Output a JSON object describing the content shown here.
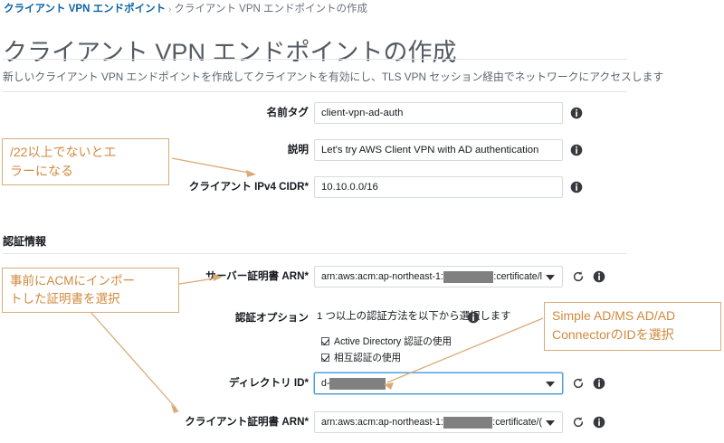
{
  "breadcrumb": {
    "parent": "クライアント VPN エンドポイント",
    "separator": "›",
    "current": "クライアント VPN エンドポイントの作成"
  },
  "page": {
    "title": "クライアント VPN エンドポイントの作成",
    "description": "新しいクライアント VPN エンドポイントを作成してクライアントを有効にし、TLS VPN セッション経由でネットワークにアクセスします",
    "section_heading": "認証情報"
  },
  "form": {
    "name_tag": {
      "label": "名前タグ",
      "value": "client-vpn-ad-auth",
      "info_icon": "info-icon"
    },
    "description": {
      "label": "説明",
      "value": "Let's try AWS Client VPN with AD authentication",
      "info_icon": "info-icon"
    },
    "client_cidr": {
      "label": "クライアント IPv4 CIDR*",
      "value": "10.10.0.0/16",
      "info_icon": "info-icon"
    },
    "server_cert_arn": {
      "label": "サーバー証明書 ARN*",
      "value_prefix": "arn:aws:acm:ap-northeast-1:",
      "value_suffix": ":certificate/l",
      "redacted": true,
      "refresh_icon": "refresh-icon",
      "info_icon": "info-icon"
    },
    "auth_options": {
      "label": "認証オプション",
      "text": "1 つ以上の認証方法を以下から選択します",
      "info_icon": "info-icon",
      "checkboxes": [
        {
          "label": "Active Directory 認証の使用",
          "checked": true
        },
        {
          "label": "相互認証の使用",
          "checked": true
        }
      ]
    },
    "directory_id": {
      "label": "ディレクトリ ID*",
      "value_prefix": "d-",
      "redacted": true,
      "focused": true,
      "refresh_icon": "refresh-icon",
      "info_icon": "info-icon"
    },
    "client_cert_arn": {
      "label": "クライアント証明書 ARN*",
      "value_prefix": "arn:aws:acm:ap-northeast-1:",
      "value_suffix": ":certificate/(",
      "redacted": true,
      "refresh_icon": "refresh-icon",
      "info_icon": "info-icon"
    }
  },
  "annotations": [
    {
      "id": "cidr-note",
      "line1": "/22以上でないとエ",
      "line2": "ラーになる"
    },
    {
      "id": "acm-note",
      "line1": "事前にACMにインポー",
      "line2": "トした証明書を選択"
    },
    {
      "id": "directory-note",
      "line1": "Simple AD/MS AD/AD",
      "line2": "ConnectorのIDを選択"
    }
  ],
  "colors": {
    "breadcrumb_link": "#0a63a8",
    "title": "#545b64",
    "annotation_border": "#d9ab78",
    "annotation_text": "#d08a3e",
    "focus_border": "#4c9fd6",
    "redaction": "#808080"
  }
}
